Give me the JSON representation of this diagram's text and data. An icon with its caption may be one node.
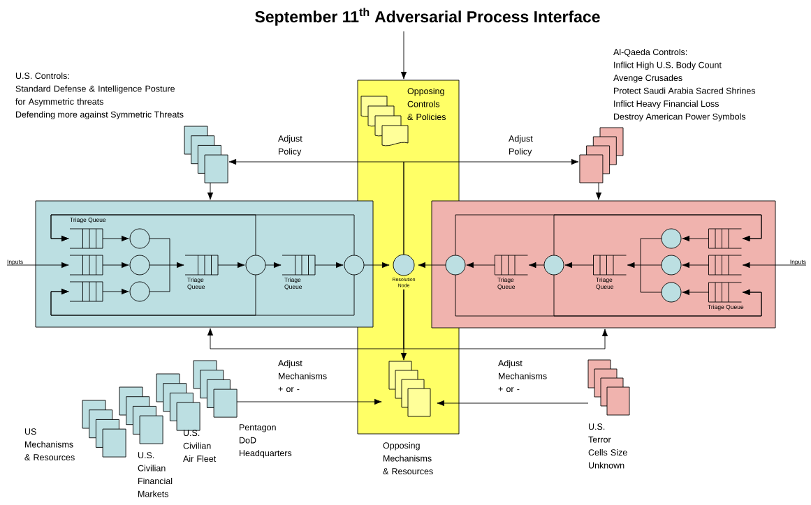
{
  "diagram": {
    "title": "September 11$^{th}$ Adversarial Process Interface",
    "nodes": [
      {
        "text": [],
        "shape": "band"
      },
      {
        "text": [
          "Opposing Controls & Policies"
        ],
        "in": 0
      },
      {
        "text": [
          "Resolution Node"
        ],
        "in": 0
      },
      {
        "text": [
          "Opposing Mechanisms & Resources"
        ]
      },
      {
        "text": [],
        "shape": "box"
      },
      {
        "text": [],
        "shape": "box"
      },
      {
        "text": [
          "U.S. Controls:",
          "Standard Defense & Intelligence Posture for Asymmetric threats",
          "Defending more against Symmetric Threats"
        ]
      },
      {
        "text": [
          "Al-Qaeda Controls:",
          "Inflict High U.S. Body Count",
          "Avenge Crusades",
          "Protect Saudi Arabia Sacred Shrines",
          "Inflict Heavy Financial Loss",
          "Destroy American Power Symbols"
        ]
      },
      {
        "text": [
          "US Mechanisms & Resources"
        ]
      },
      {
        "text": [
          "U.S. Civilian Financial Markets"
        ]
      },
      {
        "text": [
          "U.S. Civilian Air Fleet"
        ]
      },
      {
        "text": [
          "Pentagon DoD Headquarters"
        ]
      },
      {
        "text": [
          "U.S. Terror Cells Size Unknown"
        ]
      },
      {
        "text": [
          "Inputs"
        ]
      },
      {
        "text": [
          "Inputs"
        ]
      },
      {
        "text": [
          "Triage Queue"
        ],
        "in": 4
      },
      {
        "text": [],
        "shape": "queue",
        "in": 4
      },
      {
        "text": [],
        "shape": "queue",
        "in": 4
      },
      {
        "text": [],
        "shape": "circle",
        "in": 4
      },
      {
        "text": [],
        "shape": "circle",
        "in": 4
      },
      {
        "text": [],
        "shape": "circle",
        "in": 4
      },
      {
        "text": [
          "Triage Queue"
        ],
        "in": 4
      },
      {
        "text": [],
        "shape": "circle",
        "in": 4
      },
      {
        "text": [
          "Triage Queue"
        ],
        "in": 4
      },
      {
        "text": [],
        "shape": "circle",
        "in": 4
      },
      {
        "text": [],
        "shape": "circle",
        "in": 5
      },
      {
        "text": [
          "Triage Queue"
        ],
        "in": 5
      },
      {
        "text": [],
        "shape": "circle",
        "in": 5
      },
      {
        "text": [
          "Triage Queue"
        ],
        "in": 5
      },
      {
        "text": [],
        "shape": "circle",
        "in": 5
      },
      {
        "text": [],
        "shape": "circle",
        "in": 5
      },
      {
        "text": [],
        "shape": "circle",
        "in": 5
      },
      {
        "text": [],
        "shape": "queue",
        "in": 5
      },
      {
        "text": [],
        "shape": "queue",
        "in": 5
      },
      {
        "text": [
          "Triage Queue"
        ],
        "in": 5
      }
    ],
    "edges": [
      {
        "from": null,
        "to": 0,
        "arrow": "to"
      },
      {
        "from": 2,
        "to": 6,
        "arrow": "to",
        "label": "Adjust Policy"
      },
      {
        "from": 2,
        "to": 7,
        "arrow": "to",
        "label": "Adjust Policy"
      },
      {
        "from": 6,
        "to": 4,
        "arrow": "to"
      },
      {
        "from": 7,
        "to": 5,
        "arrow": "to"
      },
      {
        "from": 2,
        "to": 4,
        "arrow": "to",
        "label": "Adjust Mechanisms + or -"
      },
      {
        "from": 2,
        "to": 5,
        "arrow": "to",
        "label": "Adjust Mechanisms + or -"
      },
      {
        "from": 2,
        "to": 3,
        "arrow": "to"
      },
      {
        "from": 11,
        "to": 3,
        "arrow": "to"
      },
      {
        "from": 12,
        "to": 3,
        "arrow": "to"
      },
      {
        "from": 13,
        "to": 16,
        "arrow": "to"
      },
      {
        "from": 15,
        "to": 18,
        "arrow": "to"
      },
      {
        "from": 16,
        "to": 19,
        "arrow": "to"
      },
      {
        "from": 17,
        "to": 20,
        "arrow": "to"
      },
      {
        "from": 18,
        "to": 21,
        "arrow": "to"
      },
      {
        "from": 19,
        "to": 21,
        "arrow": "to"
      },
      {
        "from": 20,
        "to": 21,
        "arrow": "to"
      },
      {
        "from": 21,
        "to": 22,
        "arrow": "to"
      },
      {
        "from": 22,
        "to": 23,
        "arrow": "to"
      },
      {
        "from": 23,
        "to": 24,
        "arrow": "to"
      },
      {
        "from": 24,
        "to": 2,
        "arrow": "to"
      },
      {
        "from": 24,
        "to": 15,
        "arrow": "to"
      },
      {
        "from": 22,
        "to": 15,
        "arrow": "to"
      },
      {
        "from": 24,
        "to": 17,
        "arrow": "to"
      },
      {
        "from": 22,
        "to": 17,
        "arrow": "to"
      },
      {
        "from": 14,
        "to": 33,
        "arrow": "to"
      },
      {
        "from": 32,
        "to": 29,
        "arrow": "to"
      },
      {
        "from": 33,
        "to": 30,
        "arrow": "to"
      },
      {
        "from": 34,
        "to": 31,
        "arrow": "to"
      },
      {
        "from": 29,
        "to": 28,
        "arrow": "to"
      },
      {
        "from": 30,
        "to": 28,
        "arrow": "to"
      },
      {
        "from": 31,
        "to": 28,
        "arrow": "to"
      },
      {
        "from": 28,
        "to": 27,
        "arrow": "to"
      },
      {
        "from": 27,
        "to": 26,
        "arrow": "to"
      },
      {
        "from": 26,
        "to": 25,
        "arrow": "to"
      },
      {
        "from": 25,
        "to": 2,
        "arrow": "to"
      },
      {
        "from": 25,
        "to": 32,
        "arrow": "to"
      },
      {
        "from": 27,
        "to": 32,
        "arrow": "to"
      },
      {
        "from": 25,
        "to": 34,
        "arrow": "to"
      },
      {
        "from": 27,
        "to": 34,
        "arrow": "to"
      }
    ]
  }
}
